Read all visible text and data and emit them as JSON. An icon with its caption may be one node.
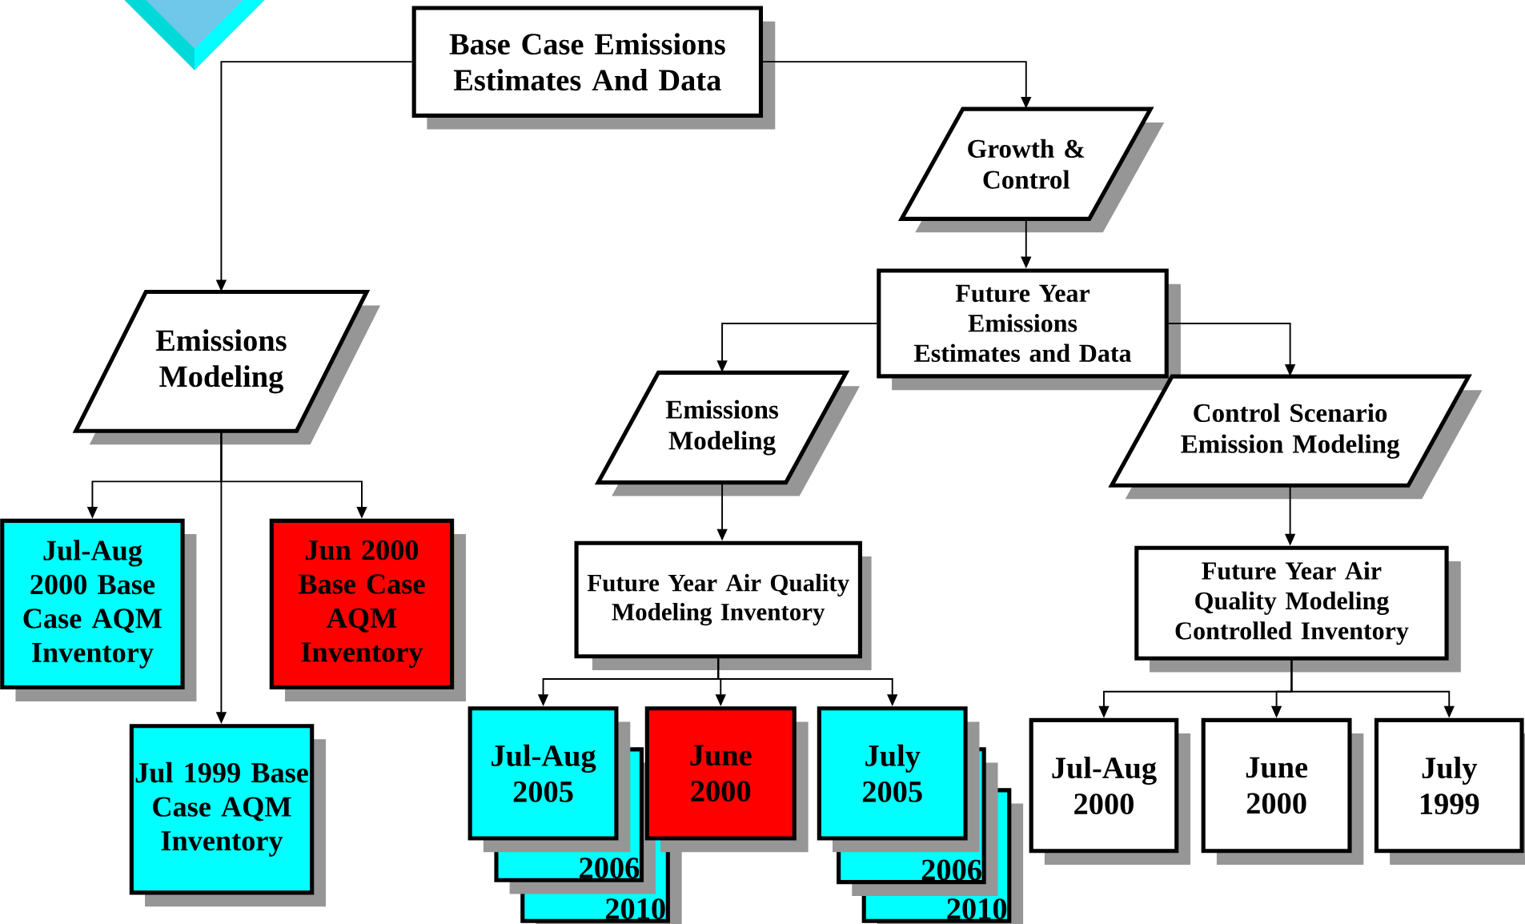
{
  "diagram": {
    "nodes": [
      {
        "text": [
          "Base Case Emissions Estimates And Data"
        ]
      },
      {
        "text": [
          "Growth & Control"
        ]
      },
      {
        "text": [
          "Future Year Emissions Estimates and Data"
        ]
      },
      {
        "text": [
          "Emissions Modeling"
        ]
      },
      {
        "text": [
          "Jul-Aug 2000 Base Case AQM Inventory"
        ]
      },
      {
        "text": [
          "Jun 2000 Base Case AQM Inventory"
        ]
      },
      {
        "text": [
          "Jul 1999 Base Case AQM Inventory"
        ]
      },
      {
        "text": [
          "Emissions Modeling"
        ]
      },
      {
        "text": [
          "Control Scenario Emission Modeling"
        ]
      },
      {
        "text": [
          "Future Year Air Quality Modeling Inventory"
        ]
      },
      {
        "text": [
          "Future Year Air Quality Modeling Controlled Inventory"
        ]
      },
      {
        "text": [
          "Jul-Aug 2005"
        ]
      },
      {
        "text": [
          "2006"
        ]
      },
      {
        "text": [
          "2010"
        ]
      },
      {
        "text": [
          "June 2000"
        ]
      },
      {
        "text": [
          "July 2005"
        ]
      },
      {
        "text": [
          "2006"
        ]
      },
      {
        "text": [
          "2010"
        ]
      },
      {
        "text": [
          "Jul-Aug 2000"
        ]
      },
      {
        "text": [
          "June 2000"
        ]
      },
      {
        "text": [
          "July 1999"
        ]
      }
    ],
    "edges": [
      {
        "from": 0,
        "to": 3,
        "arrow": "to"
      },
      {
        "from": 0,
        "to": 1,
        "arrow": "to"
      },
      {
        "from": 1,
        "to": 2,
        "arrow": "to"
      },
      {
        "from": 3,
        "to": 4,
        "arrow": "to"
      },
      {
        "from": 3,
        "to": 5,
        "arrow": "to"
      },
      {
        "from": 3,
        "to": 6,
        "arrow": "to"
      },
      {
        "from": 2,
        "to": 7,
        "arrow": "to"
      },
      {
        "from": 2,
        "to": 8,
        "arrow": "to"
      },
      {
        "from": 7,
        "to": 9,
        "arrow": "to"
      },
      {
        "from": 9,
        "to": 11,
        "arrow": "to"
      },
      {
        "from": 9,
        "to": 14,
        "arrow": "to"
      },
      {
        "from": 9,
        "to": 15,
        "arrow": "to"
      },
      {
        "from": 8,
        "to": 10,
        "arrow": "to"
      },
      {
        "from": 10,
        "to": 18,
        "arrow": "to"
      },
      {
        "from": 10,
        "to": 19,
        "arrow": "to"
      },
      {
        "from": 10,
        "to": 20,
        "arrow": "to"
      }
    ]
  }
}
